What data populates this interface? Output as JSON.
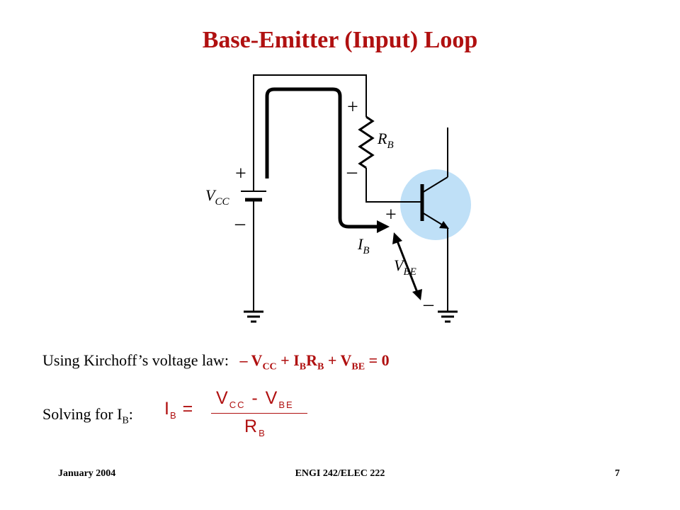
{
  "slide": {
    "title": "Base-Emitter (Input) Loop"
  },
  "circuit": {
    "labels": {
      "vcc_main": "V",
      "vcc_sub": "CC",
      "rb_main": "R",
      "rb_sub": "B",
      "ib_main": "I",
      "ib_sub": "B",
      "vbe_main": "V",
      "vbe_sub": "BE",
      "plus": "+",
      "minus": "–"
    },
    "colors": {
      "wire": "#000000",
      "highlight": "#bfe0f7",
      "title": "#b01010"
    }
  },
  "kvl": {
    "prefix": "Using Kirchoff’s voltage law:",
    "eq_part1": "– V",
    "eq_sub1": "CC",
    "eq_part2": " + I",
    "eq_sub2": "B",
    "eq_part3": "R",
    "eq_sub3": "B",
    "eq_part4": " + V",
    "eq_sub4": "BE",
    "eq_part5": " = 0"
  },
  "solve": {
    "prefix": "Solving for I",
    "prefix_sub": "B",
    "prefix_end": ":",
    "lhs_main": "I",
    "lhs_sub": "B",
    "lhs_eq": " =",
    "num_v1": "V",
    "num_sub1": "CC",
    "num_minus": " - V",
    "num_sub2": "BE",
    "den_main": "R",
    "den_sub": "B"
  },
  "footer": {
    "date": "January 2004",
    "course": "ENGI 242/ELEC 222",
    "page": "7"
  }
}
